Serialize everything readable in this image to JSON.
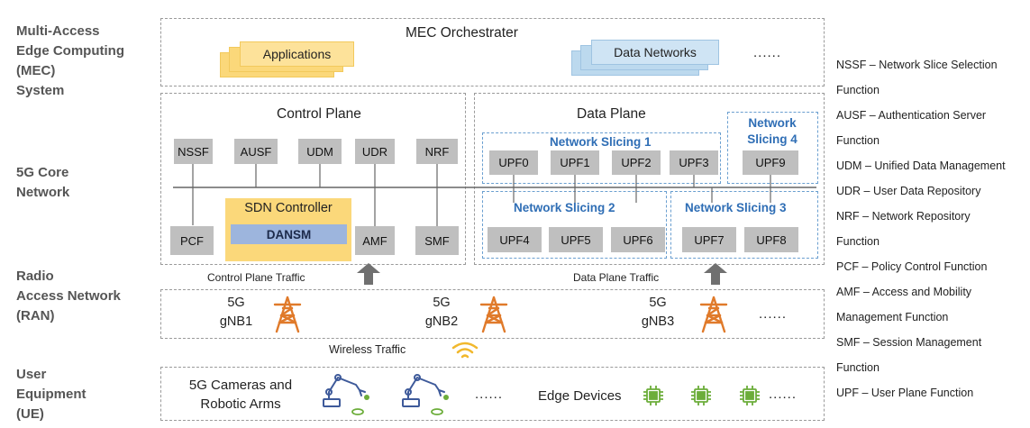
{
  "layers": {
    "mec": [
      "Multi-Access",
      "Edge Computing",
      "(MEC)",
      "System"
    ],
    "core": [
      "5G Core",
      "Network"
    ],
    "ran": [
      "Radio",
      "Access Network",
      "(RAN)"
    ],
    "ue": [
      "User",
      "Equipment",
      "(UE)"
    ]
  },
  "mec": {
    "orchestrator": "MEC Orchestrater",
    "applications": "Applications",
    "data_networks": "Data Networks",
    "more": "......"
  },
  "control_plane": {
    "title": "Control Plane",
    "functions": [
      "NSSF",
      "AUSF",
      "UDM",
      "UDR",
      "NRF"
    ],
    "pcf": "PCF",
    "sdn": "SDN Controller",
    "dansm": "DANSM",
    "amf": "AMF",
    "smf": "SMF"
  },
  "data_plane": {
    "title": "Data Plane",
    "slice1": "Network Slicing 1",
    "slice2": "Network Slicing 2",
    "slice3": "Network Slicing 3",
    "slice4": [
      "Network",
      "Slicing 4"
    ],
    "upf_top": [
      "UPF0",
      "UPF1",
      "UPF2",
      "UPF3",
      "UPF9"
    ],
    "upf_bottom": [
      "UPF4",
      "UPF5",
      "UPF6",
      "UPF7",
      "UPF8"
    ]
  },
  "traffic": {
    "control": "Control Plane Traffic",
    "data": "Data Plane Traffic",
    "wireless": "Wireless Traffic"
  },
  "ran": {
    "gnb1": [
      "5G",
      "gNB1"
    ],
    "gnb2": [
      "5G",
      "gNB2"
    ],
    "gnb3": [
      "5G",
      "gNB3"
    ],
    "more": "......"
  },
  "ue": {
    "cameras": [
      "5G Cameras and",
      "Robotic Arms"
    ],
    "cameras_more": "......",
    "edge": "Edge Devices",
    "edge_more": "......"
  },
  "legend": [
    "NSSF – Network Slice Selection",
    "Function",
    "AUSF –  Authentication Server",
    "Function",
    "UDM – Unified Data Management",
    "UDR – User Data Repository",
    "NRF – Network Repository",
    "Function",
    "PCF – Policy Control Function",
    "AMF – Access and Mobility",
    "Management Function",
    "SMF – Session Management",
    "Function",
    "UPF – User Plane Function"
  ],
  "colors": {
    "applications": "#fbd87a",
    "data_networks": "#bcd9ee",
    "sdn": "#fbd87a",
    "dansm": "#9db5dd",
    "tower": "#e07a2a",
    "wifi": "#f1b82d",
    "robot": "#3e5a9a",
    "chip": "#6cad3a",
    "slice_title": "#2f6eb5"
  }
}
